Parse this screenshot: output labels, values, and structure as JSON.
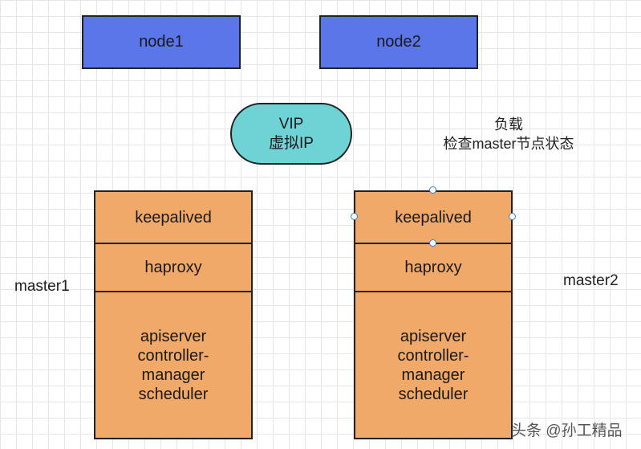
{
  "nodes": {
    "node1": "node1",
    "node2": "node2"
  },
  "vip": {
    "line1": "VIP",
    "line2": "虚拟IP"
  },
  "load_note": {
    "line1": "负载",
    "line2": "检查master节点状态"
  },
  "master1": {
    "label": "master1",
    "keepalived": "keepalived",
    "haproxy": "haproxy",
    "components": [
      "apiserver",
      "controller-",
      "manager",
      "scheduler"
    ]
  },
  "master2": {
    "label": "master2",
    "keepalived": "keepalived",
    "haproxy": "haproxy",
    "components": [
      "apiserver",
      "controller-",
      "manager",
      "scheduler"
    ]
  },
  "watermark": "头条 @孙工精品",
  "colors": {
    "node": "#5b76e8",
    "vip": "#6fd3d6",
    "master": "#f0a968",
    "selection_handle": "#3a7be0"
  }
}
